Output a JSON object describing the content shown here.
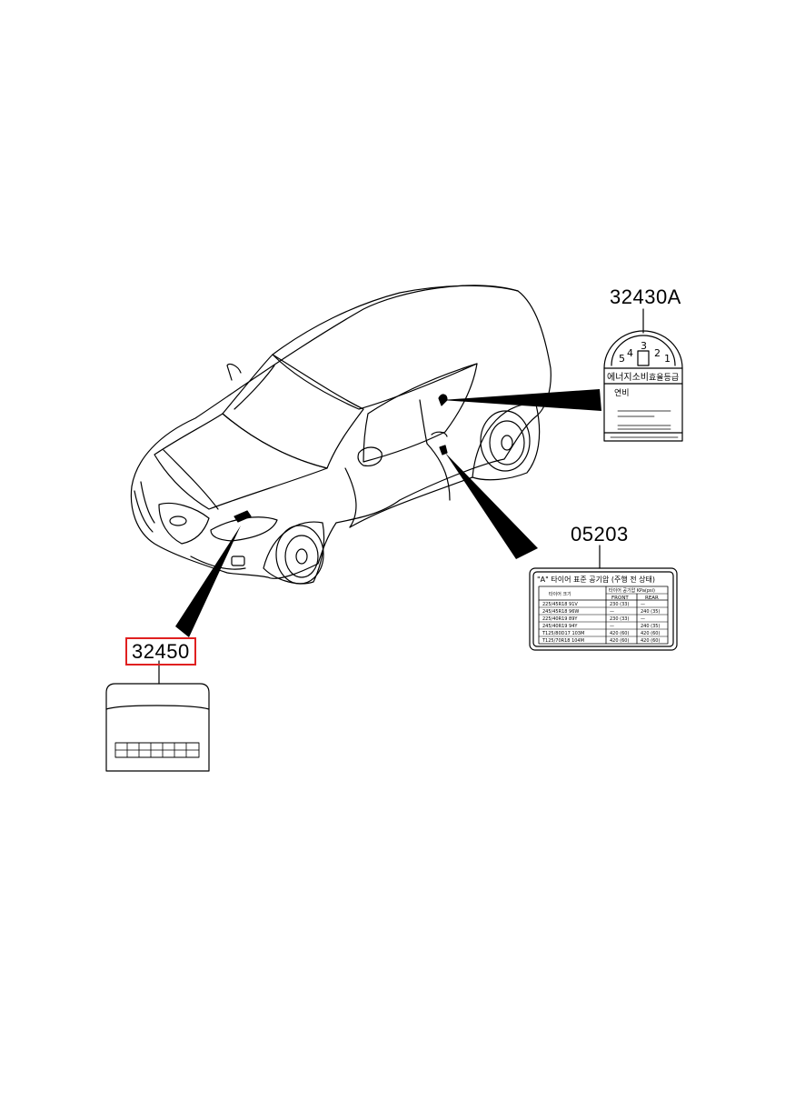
{
  "callouts": {
    "fuel_label": "32430A",
    "tire_label": "05203",
    "emission_label": "32450"
  },
  "tire_label_card": {
    "title": "\"A\" 타이어 표준 공기압 (주행 전 상태)",
    "col_size": "타이어 크기",
    "col_pressure": "타이어 공기압 KPa(psi)",
    "col_front": "FRONT",
    "col_rear": "REAR",
    "rows": [
      {
        "size": "225/45R18 91V",
        "front": "230 (33)",
        "rear": "—"
      },
      {
        "size": "245/45R18 96W",
        "front": "—",
        "rear": "240 (35)"
      },
      {
        "size": "225/40R19 89Y",
        "front": "230 (33)",
        "rear": "—"
      },
      {
        "size": "245/40R19 94Y",
        "front": "—",
        "rear": "240 (35)"
      },
      {
        "size": "T125/80D17 103M",
        "front": "420 (60)",
        "rear": "420 (60)"
      },
      {
        "size": "T125/70R18 104M",
        "front": "420 (60)",
        "rear": "420 (60)"
      }
    ]
  },
  "fuel_label_card": {
    "grades": [
      "5",
      "4",
      "3",
      "2",
      "1"
    ],
    "title": "에너지소비",
    "subtitle": "효율등급",
    "efficiency": "연비"
  },
  "colors": {
    "line": "#000000",
    "highlight": "#e02020"
  }
}
